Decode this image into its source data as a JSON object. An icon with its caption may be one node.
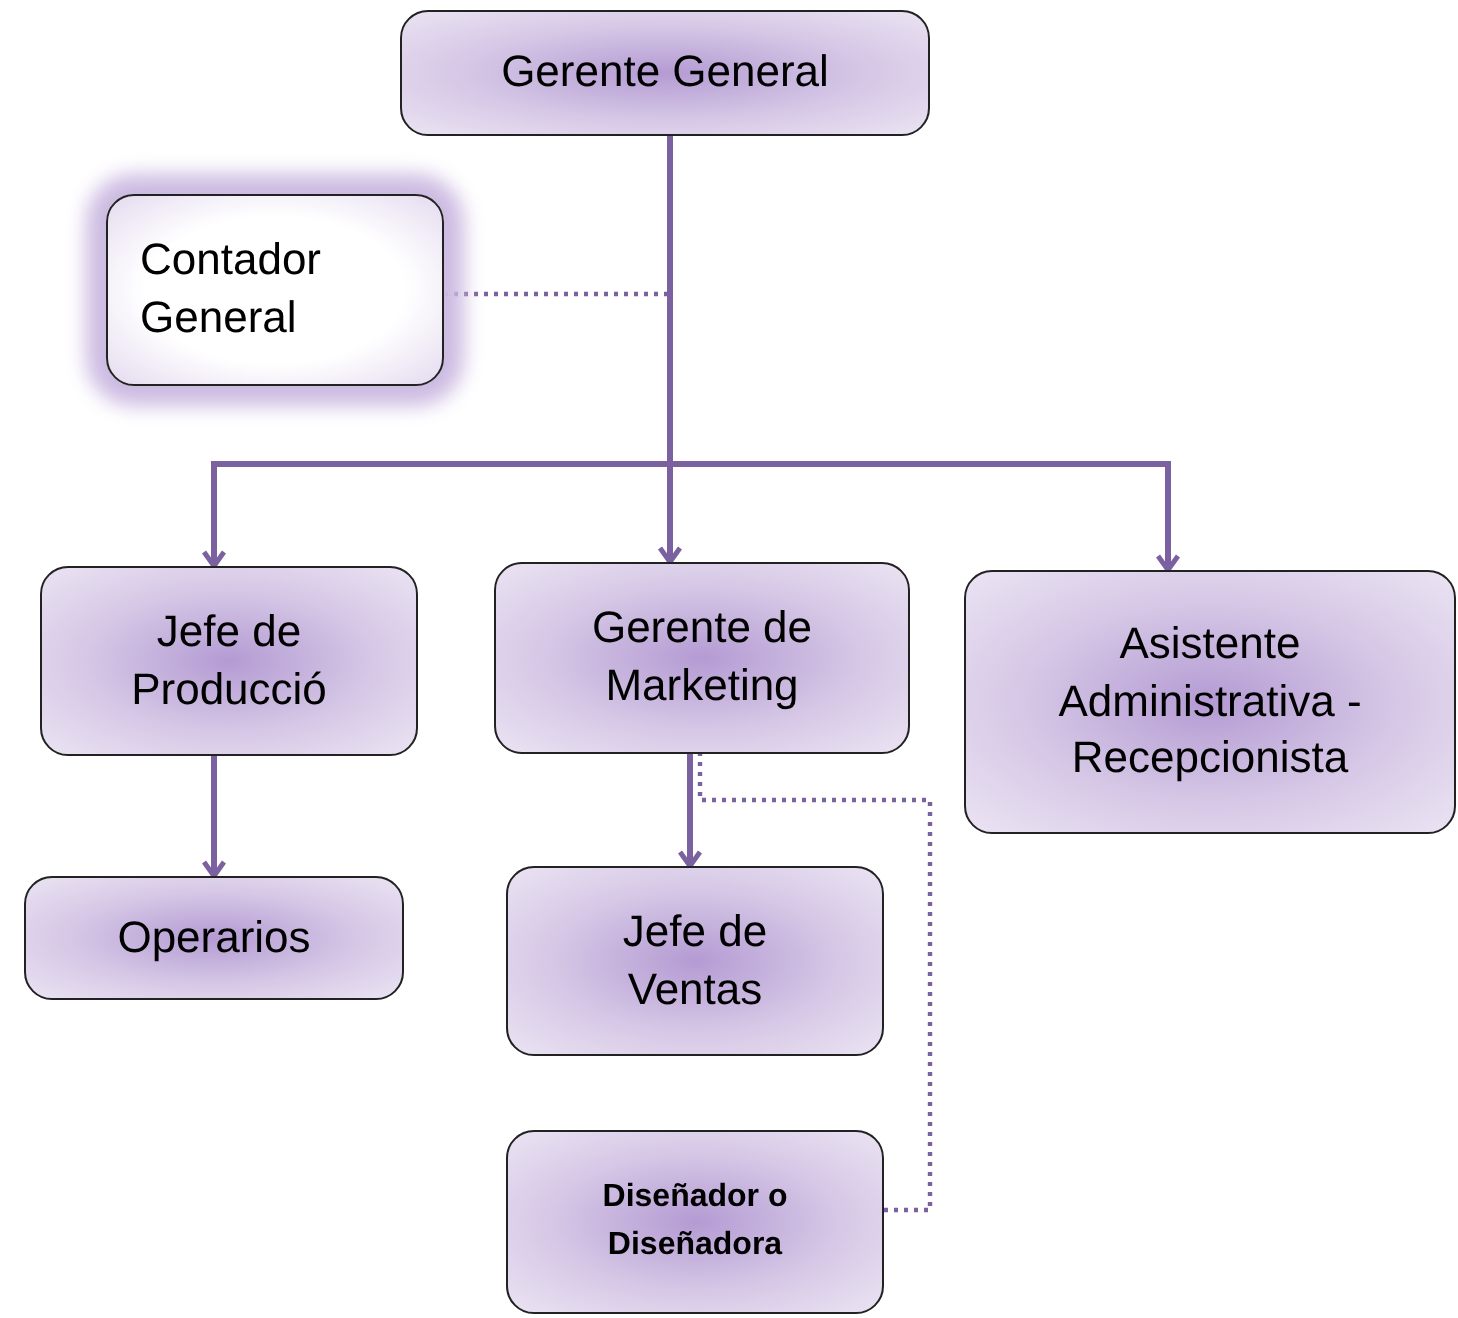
{
  "diagram": {
    "nodes": [
      {
        "text": [
          "Gerente General"
        ]
      },
      {
        "text": [
          "Contador General"
        ]
      },
      {
        "text": [
          "Jefe de Producció"
        ]
      },
      {
        "text": [
          "Gerente de Marketing"
        ]
      },
      {
        "text": [
          "Asistente Administrativa - Recepcionista"
        ]
      },
      {
        "text": [
          "Operarios"
        ]
      },
      {
        "text": [
          "Jefe de Ventas"
        ]
      },
      {
        "text": [
          "Diseñador o Diseñadora"
        ]
      }
    ],
    "edges": [
      {
        "from": 0,
        "to": 2,
        "arrow": "to"
      },
      {
        "from": 0,
        "to": 3,
        "arrow": "to"
      },
      {
        "from": 0,
        "to": 4,
        "arrow": "to"
      },
      {
        "from": 1,
        "to": 0,
        "arrow": "none",
        "style": "dashed"
      },
      {
        "from": 2,
        "to": 5,
        "arrow": "to"
      },
      {
        "from": 3,
        "to": 6,
        "arrow": "to"
      },
      {
        "from": 7,
        "to": 3,
        "arrow": "none",
        "style": "dashed"
      }
    ]
  }
}
